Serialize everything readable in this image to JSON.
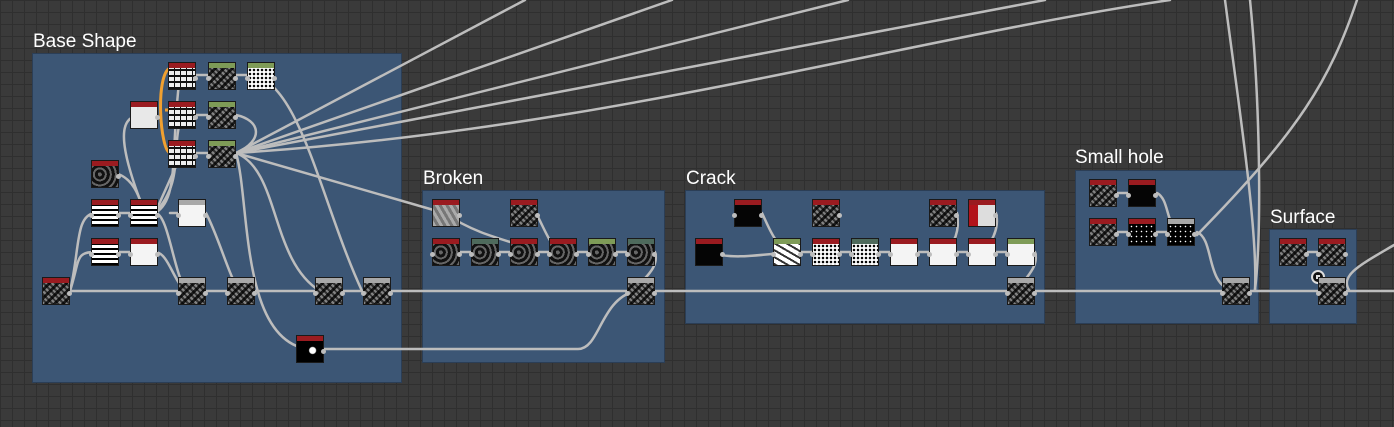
{
  "frames": {
    "base_shape": {
      "title": "Base Shape"
    },
    "broken": {
      "title": "Broken"
    },
    "crack": {
      "title": "Crack"
    },
    "small_hole": {
      "title": "Small hole"
    },
    "surface": {
      "title": "Surface"
    }
  },
  "colors": {
    "frame_fill": "#3c5675",
    "wire": "#bdbdbd",
    "wire_highlight": "#f0a030",
    "header_red": "#9a1b20",
    "header_green": "#7e9b57",
    "header_gray": "#a8a8a8",
    "header_teal": "#4e6a5c"
  },
  "icons": {
    "pin_node": "pin-icon"
  }
}
